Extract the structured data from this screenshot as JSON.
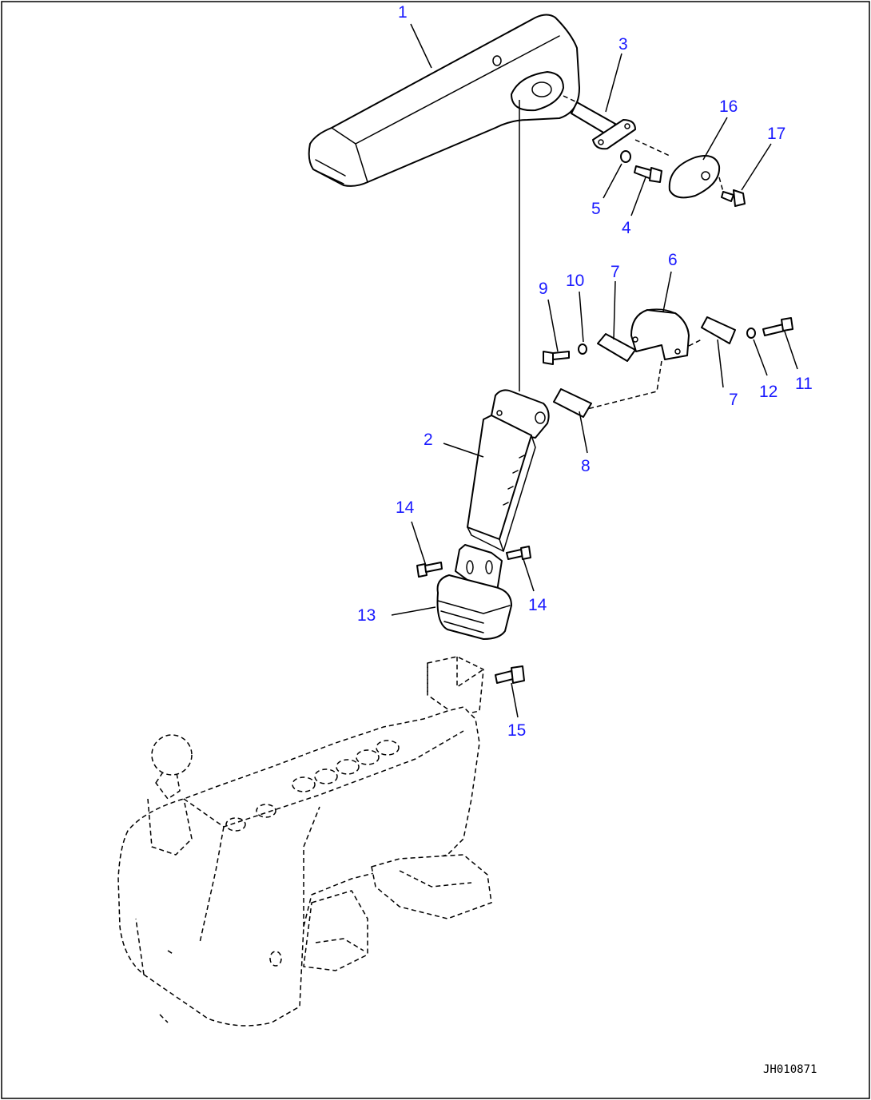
{
  "diagram_code": "JH010871",
  "callouts": {
    "c1": "1",
    "c2": "2",
    "c3": "3",
    "c4": "4",
    "c5": "5",
    "c6": "6",
    "c7a": "7",
    "c7b": "7",
    "c8": "8",
    "c9": "9",
    "c10": "10",
    "c11": "11",
    "c12": "12",
    "c13": "13",
    "c14a": "14",
    "c14b": "14",
    "c15": "15",
    "c16": "16",
    "c17": "17"
  }
}
